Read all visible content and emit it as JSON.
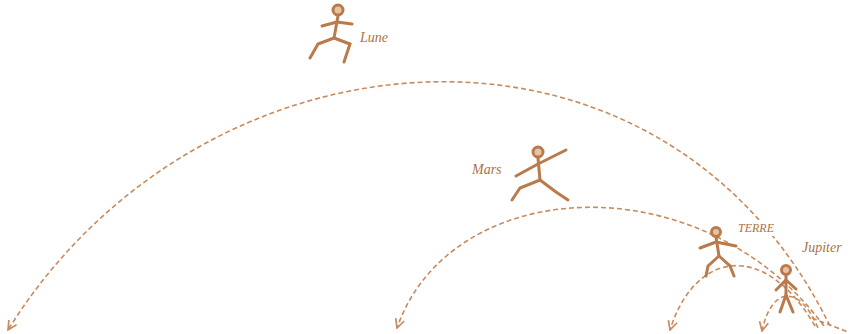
{
  "diagram": {
    "labels": [
      "Lune",
      "Mars",
      "TERRE",
      "Jupiter"
    ]
  }
}
